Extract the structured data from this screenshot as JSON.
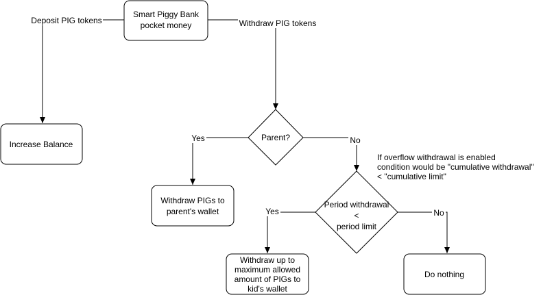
{
  "nodes": {
    "start": {
      "lines": [
        "Smart Piggy Bank",
        "pocket money"
      ]
    },
    "increase_balance": {
      "lines": [
        "Increase Balance"
      ]
    },
    "parent_decision": {
      "lines": [
        "Parent?"
      ]
    },
    "withdraw_parent": {
      "lines": [
        "Withdraw PIGs to",
        "parent's wallet"
      ]
    },
    "period_decision": {
      "lines": [
        "Period withdrawal",
        "<",
        "period limit"
      ]
    },
    "withdraw_kid": {
      "lines": [
        "Withdraw up to",
        "maximum allowed",
        "amount of PIGs to",
        "kid's wallet"
      ]
    },
    "do_nothing": {
      "lines": [
        "Do nothing"
      ]
    }
  },
  "edges": {
    "deposit": "Deposit PIG tokens",
    "withdraw": "Withdraw PIG tokens",
    "parent_yes": "Yes",
    "parent_no": "No",
    "period_yes": "Yes",
    "period_no": "No"
  },
  "note": {
    "lines": [
      "If overflow withdrawal is enabled",
      "condition would be \"cumulative withdrawal\"",
      "< \"cumulative limit\""
    ]
  },
  "colors": {
    "stroke": "#000000",
    "fill": "#ffffff",
    "text": "#000000"
  }
}
